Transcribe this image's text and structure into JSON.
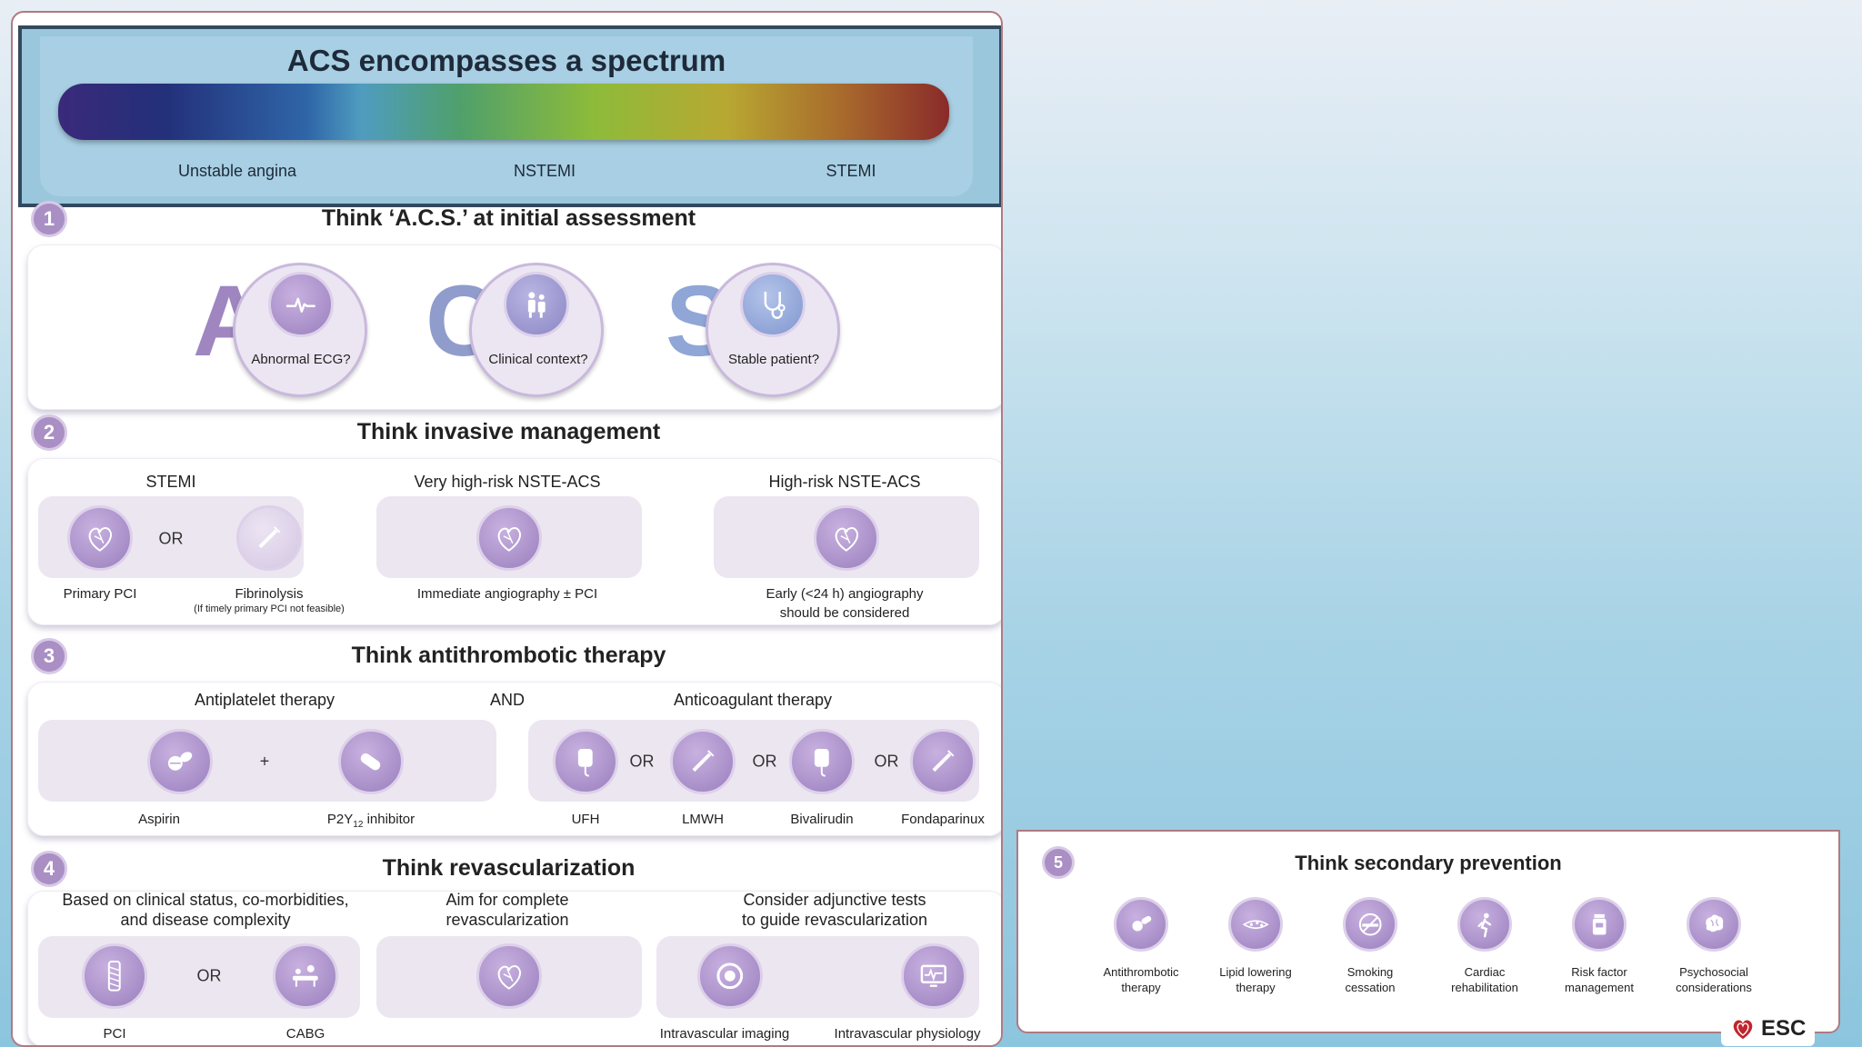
{
  "spectrum": {
    "title": "ACS encompasses a spectrum",
    "labels": [
      "Unstable angina",
      "NSTEMI",
      "STEMI"
    ]
  },
  "step1": {
    "number": "1",
    "title": "Think ‘A.C.S.’ at initial assessment",
    "items": [
      {
        "letter": "A",
        "label": "Abnormal ECG?",
        "icon": "ecg-icon"
      },
      {
        "letter": "C",
        "label": "Clinical context?",
        "icon": "clinician-patient-icon"
      },
      {
        "letter": "S",
        "label": "Stable patient?",
        "icon": "stethoscope-icon"
      }
    ]
  },
  "step2": {
    "number": "2",
    "title": "Think invasive management",
    "groups": [
      {
        "heading": "STEMI",
        "caption_a": "Primary PCI",
        "caption_b": "Fibrinolysis",
        "note": "(If timely primary PCI not feasible)",
        "or": "OR"
      },
      {
        "heading": "Very high-risk NSTE-ACS",
        "caption": "Immediate angiography ± PCI"
      },
      {
        "heading": "High-risk NSTE-ACS",
        "caption_line1": "Early (<24 h) angiography",
        "caption_line2": "should be considered"
      }
    ]
  },
  "step3": {
    "number": "3",
    "title": "Think antithrombotic therapy",
    "antiplatelet": {
      "heading": "Antiplatelet therapy",
      "plus": "+",
      "items": [
        "Aspirin",
        "P2Y",
        "12",
        "inhibitor"
      ]
    },
    "and": "AND",
    "anticoagulant": {
      "heading": "Anticoagulant therapy",
      "items": [
        "UFH",
        "LMWH",
        "Bivalirudin",
        "Fondaparinux"
      ],
      "or": "OR"
    }
  },
  "step4": {
    "number": "4",
    "title": "Think revascularization",
    "groups": [
      {
        "line1": "Based on clinical status, co-morbidities,",
        "line2": "and disease complexity",
        "items": [
          "PCI",
          "CABG"
        ],
        "or": "OR"
      },
      {
        "line1": "Aim for complete",
        "line2": "revascularization"
      },
      {
        "line1": "Consider adjunctive tests",
        "line2": "to guide revascularization",
        "items": [
          "Intravascular imaging",
          "Intravascular physiology"
        ]
      }
    ]
  },
  "step5": {
    "number": "5",
    "title": "Think secondary prevention",
    "items": [
      {
        "line1": "Antithrombotic",
        "line2": "therapy"
      },
      {
        "line1": "Lipid lowering",
        "line2": "therapy"
      },
      {
        "line1": "Smoking",
        "line2": "cessation"
      },
      {
        "line1": "Cardiac",
        "line2": "rehabilitation"
      },
      {
        "line1": "Risk factor",
        "line2": "management"
      },
      {
        "line1": "Psychosocial",
        "line2": "considerations"
      }
    ]
  },
  "logo": {
    "text": "ESC"
  },
  "colors": {
    "accent": "#a98fc4",
    "border": "#b07a82",
    "header": "#9bc7dd"
  }
}
